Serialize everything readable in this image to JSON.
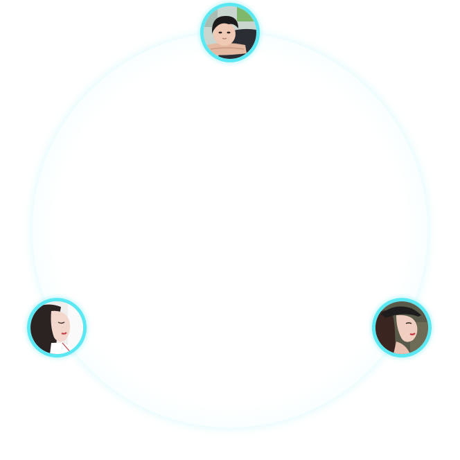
{
  "colors": {
    "background": "#ffffff",
    "ring_edge": "#dcfafd",
    "avatar_border": "#5ce8f2"
  },
  "avatars": [
    {
      "id": "top",
      "icon": "person-photo-avatar"
    },
    {
      "id": "left",
      "icon": "person-photo-avatar"
    },
    {
      "id": "right",
      "icon": "person-photo-avatar"
    }
  ]
}
